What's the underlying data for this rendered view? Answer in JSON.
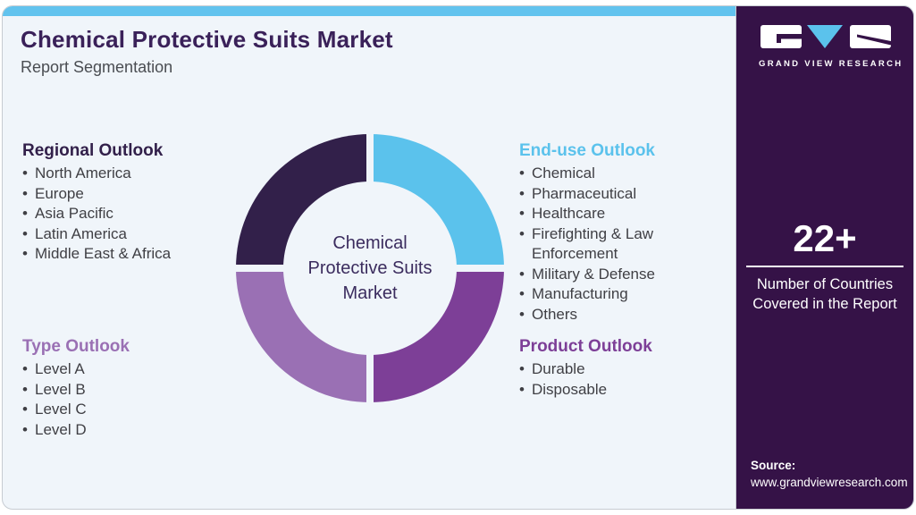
{
  "header": {
    "title": "Chemical Protective Suits Market",
    "subtitle": "Report Segmentation"
  },
  "chart_data": {
    "type": "pie",
    "variant": "donut",
    "center_label": "Chemical Protective Suits Market",
    "legend_position": "none",
    "segments": [
      {
        "name": "End-use Outlook",
        "position": "top-right",
        "value": 25,
        "color": "#5bc2ec"
      },
      {
        "name": "Product Outlook",
        "position": "bottom-right",
        "value": 25,
        "color": "#7d3f97"
      },
      {
        "name": "Type Outlook",
        "position": "bottom-left",
        "value": 25,
        "color": "#9a70b4"
      },
      {
        "name": "Regional Outlook",
        "position": "top-left",
        "value": 25,
        "color": "#32204a"
      }
    ]
  },
  "sections": [
    {
      "title": "Regional Outlook",
      "color": "#32204a",
      "items": [
        "North America",
        "Europe",
        "Asia Pacific",
        "Latin America",
        "Middle East & Africa"
      ]
    },
    {
      "title": "Type Outlook",
      "color": "#9a70b4",
      "items": [
        "Level A",
        "Level B",
        "Level C",
        "Level D"
      ]
    },
    {
      "title": "End-use Outlook",
      "color": "#5bc2ec",
      "items": [
        "Chemical",
        "Pharmaceutical",
        "Healthcare",
        "Firefighting & Law Enforcement",
        "Military & Defense",
        "Manufacturing",
        "Others"
      ]
    },
    {
      "title": "Product Outlook",
      "color": "#7d3f97",
      "items": [
        "Durable",
        "Disposable"
      ]
    }
  ],
  "sidebar": {
    "logo_text": "GRAND VIEW RESEARCH",
    "stat_value": "22+",
    "stat_label": "Number of Countries Covered in the Report",
    "source_label": "Source:",
    "source_url": "www.grandviewresearch.com"
  },
  "colors": {
    "card_background": "#f0f5fa",
    "top_bar": "#62c3ee",
    "sidebar_background": "#351247",
    "title_text": "#3a2159",
    "body_text": "#3f3f44",
    "donut_gap": "#f0f5fa"
  }
}
